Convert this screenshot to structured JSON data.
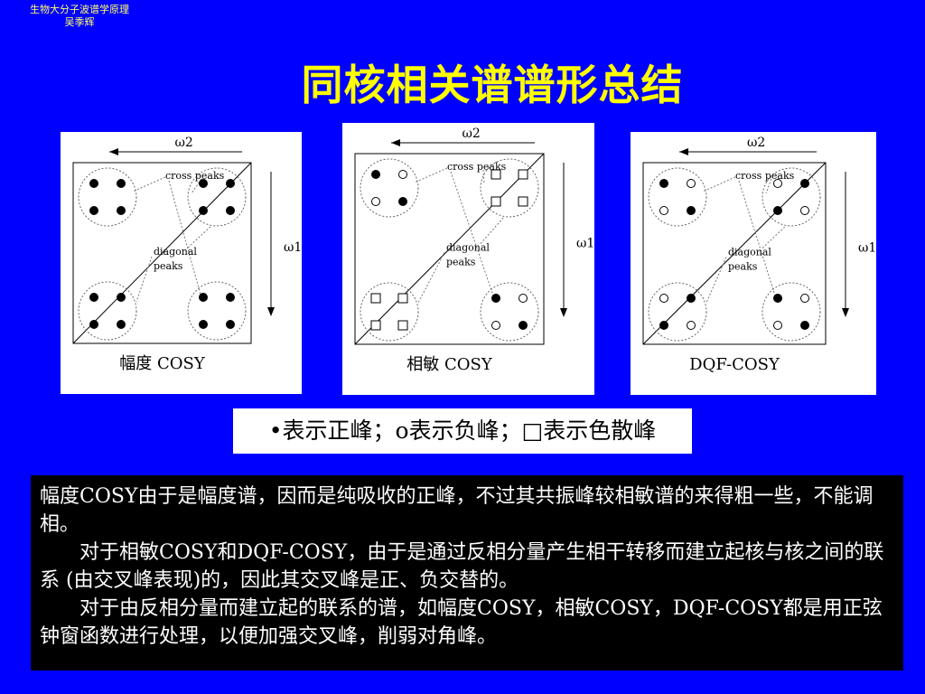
{
  "header": {
    "line1": "生物大分子波谱学原理",
    "line2": "吴季辉"
  },
  "title": "同核相关谱谱形总结",
  "panels": [
    {
      "caption": "幅度 COSY",
      "omega2": "ω2",
      "omega1": "ω1",
      "cross_label": "cross peaks",
      "diag_label_1": "diagonal",
      "diag_label_2": "peaks",
      "quadrants": {
        "tl": "filled",
        "tr": "filled",
        "bl": "filled",
        "br": "filled"
      }
    },
    {
      "caption": "相敏 COSY",
      "omega2": "ω2",
      "omega1": "ω1",
      "cross_label": "cross peaks",
      "diag_label_1": "diagonal",
      "diag_label_2": "peaks",
      "quadrants": {
        "tl": "mixed",
        "tr": "square",
        "bl": "square",
        "br": "mixed"
      }
    },
    {
      "caption": "DQF-COSY",
      "omega2": "ω2",
      "omega1": "ω1",
      "cross_label": "cross peaks",
      "diag_label_1": "diagonal",
      "diag_label_2": "peaks",
      "quadrants": {
        "tl": "mixed",
        "tr": "mixed_rev",
        "bl": "mixed_rev",
        "br": "mixed"
      }
    }
  ],
  "legend": "•表示正峰；o表示负峰；□表示色散峰",
  "body": {
    "p1": "幅度COSY由于是幅度谱，因而是纯吸收的正峰，不过其共振峰较相敏谱的来得粗一些，不能调相。",
    "p2": "对于相敏COSY和DQF-COSY，由于是通过反相分量产生相干转移而建立起核与核之间的联系 (由交叉峰表现)的，因此其交叉峰是正、负交替的。",
    "p3": "对于由反相分量而建立起的联系的谱，如幅度COSY，相敏COSY，DQF-COSY都是用正弦钟窗函数进行处理，以便加强交叉峰，削弱对角峰。"
  }
}
